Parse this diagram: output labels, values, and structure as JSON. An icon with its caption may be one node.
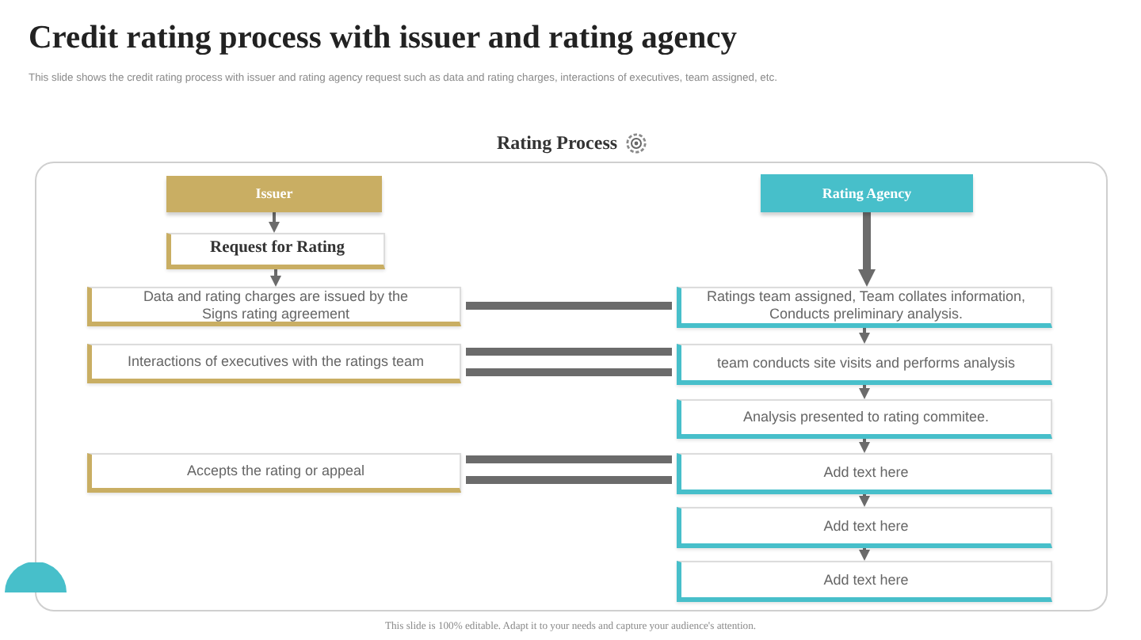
{
  "diagram": {
    "title": "Credit rating process with issuer and rating agency",
    "nodes": [
      {
        "text": [
          "Rating Process"
        ]
      },
      {
        "text": [
          "Issuer"
        ],
        "in": 0
      },
      {
        "text": [
          "Request for Rating"
        ],
        "in": 0
      },
      {
        "text": [
          "Data and rating charges are issued by the Signs rating agreement"
        ],
        "in": 0
      },
      {
        "text": [
          "Interactions of executives with the ratings team"
        ],
        "in": 0
      },
      {
        "text": [
          "Accepts the rating or appeal"
        ],
        "in": 0
      },
      {
        "text": [
          "Rating Agency"
        ],
        "in": 0
      },
      {
        "text": [
          "Ratings team assigned, Team collates information, Conducts preliminary analysis."
        ],
        "in": 0
      },
      {
        "text": [
          "team conducts site visits and performs analysis"
        ],
        "in": 0
      },
      {
        "text": [
          "Analysis presented to rating commitee."
        ],
        "in": 0
      },
      {
        "text": [
          "Add text here"
        ],
        "in": 0
      },
      {
        "text": [
          "Add text here"
        ],
        "in": 0
      },
      {
        "text": [
          "Add text here"
        ],
        "in": 0
      }
    ],
    "edges": [
      {
        "from": 1,
        "to": 2,
        "arrow": "to"
      },
      {
        "from": 2,
        "to": 3,
        "arrow": "to"
      },
      {
        "from": 6,
        "to": 7,
        "arrow": "to",
        "style": "thick"
      },
      {
        "from": 7,
        "to": 8,
        "arrow": "to"
      },
      {
        "from": 8,
        "to": 9,
        "arrow": "to"
      },
      {
        "from": 9,
        "to": 10,
        "arrow": "to"
      },
      {
        "from": 10,
        "to": 11,
        "arrow": "to"
      },
      {
        "from": 11,
        "to": 12,
        "arrow": "to"
      },
      {
        "from": 3,
        "to": 7,
        "arrow": "none",
        "style": "thick"
      },
      {
        "from": 4,
        "to": 8,
        "arrow": "none",
        "style": "thick"
      },
      {
        "from": 4,
        "to": 8,
        "arrow": "none",
        "style": "thick"
      },
      {
        "from": 5,
        "to": 10,
        "arrow": "none",
        "style": "thick"
      },
      {
        "from": 5,
        "to": 10,
        "arrow": "none",
        "style": "thick"
      }
    ],
    "labels": [
      "This slide shows the credit rating process with issuer and rating agency request such as data and rating charges, interactions of executives, team assigned, etc.",
      "This slide is 100% editable. Adapt it to your needs and capture your audience's attention."
    ]
  }
}
